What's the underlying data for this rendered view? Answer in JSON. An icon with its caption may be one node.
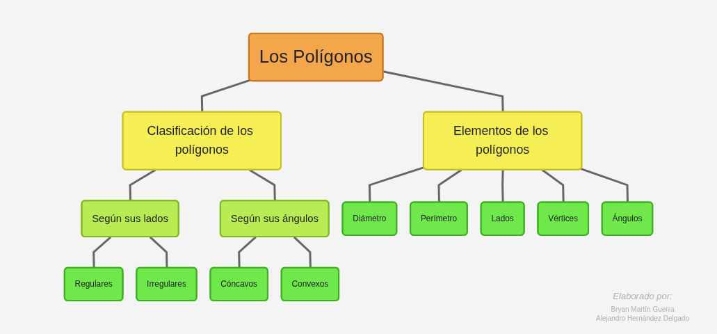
{
  "diagram": {
    "nodes": [
      {
        "text": [
          "Los Polígonos"
        ]
      },
      {
        "text": [
          "Clasificación de los polígonos"
        ]
      },
      {
        "text": [
          "Elementos de los polígonos"
        ]
      },
      {
        "text": [
          "Según sus lados"
        ]
      },
      {
        "text": [
          "Según sus ángulos"
        ]
      },
      {
        "text": [
          "Regulares"
        ]
      },
      {
        "text": [
          "Irregulares"
        ]
      },
      {
        "text": [
          "Cóncavos"
        ]
      },
      {
        "text": [
          "Convexos"
        ]
      },
      {
        "text": [
          "Diámetro"
        ]
      },
      {
        "text": [
          "Perímetro"
        ]
      },
      {
        "text": [
          "Lados"
        ]
      },
      {
        "text": [
          "Vértices"
        ]
      },
      {
        "text": [
          "Ángulos"
        ]
      }
    ],
    "edges": [
      {
        "from": 0,
        "to": 1,
        "arrow": "none"
      },
      {
        "from": 0,
        "to": 2,
        "arrow": "none"
      },
      {
        "from": 1,
        "to": 3,
        "arrow": "none"
      },
      {
        "from": 1,
        "to": 4,
        "arrow": "none"
      },
      {
        "from": 3,
        "to": 5,
        "arrow": "none"
      },
      {
        "from": 3,
        "to": 6,
        "arrow": "none"
      },
      {
        "from": 4,
        "to": 7,
        "arrow": "none"
      },
      {
        "from": 4,
        "to": 8,
        "arrow": "none"
      },
      {
        "from": 2,
        "to": 9,
        "arrow": "none"
      },
      {
        "from": 2,
        "to": 10,
        "arrow": "none"
      },
      {
        "from": 2,
        "to": 11,
        "arrow": "none"
      },
      {
        "from": 2,
        "to": 12,
        "arrow": "none"
      },
      {
        "from": 2,
        "to": 13,
        "arrow": "none"
      }
    ],
    "labels": [
      "Elaborado por:",
      "Bryan Martín Guerra",
      "Alejandro Hernández Delgado"
    ]
  }
}
